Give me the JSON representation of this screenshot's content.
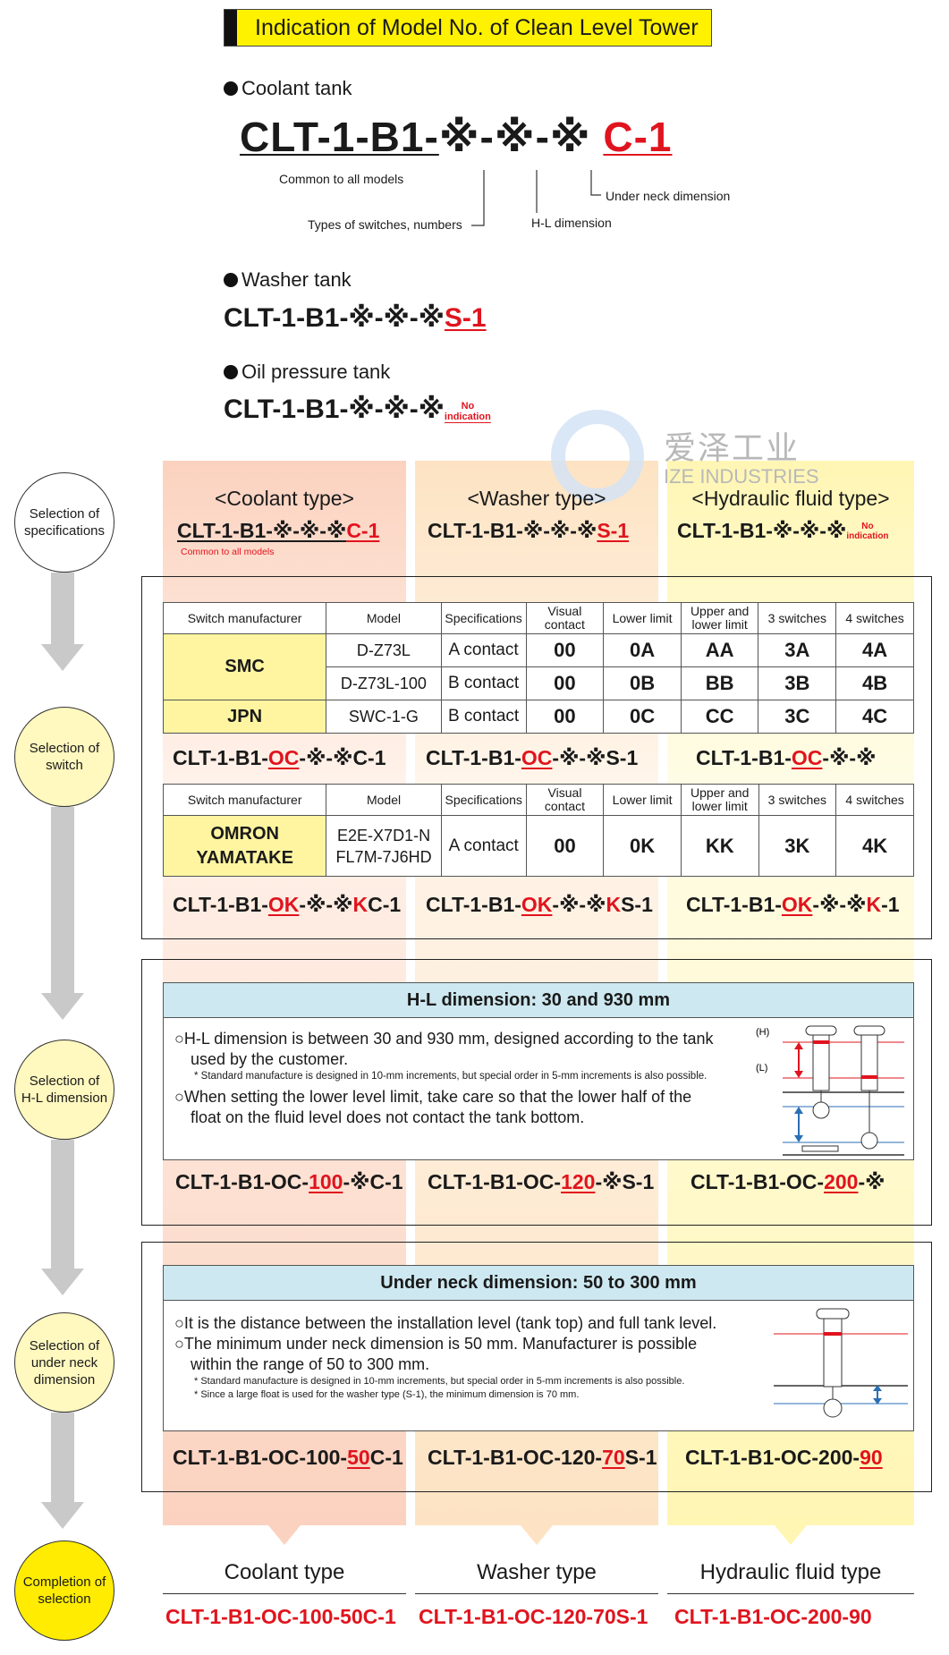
{
  "title": "Indication of Model No. of Clean Level Tower",
  "coolant_tank": {
    "label": "Coolant tank",
    "model_prefix": "CLT-1-B1-",
    "model_mid": "※-※-※",
    "model_suffix": "C-1",
    "notes": {
      "common": "Common to all models",
      "switches": "Types of switches, numbers",
      "hl": "H-L dimension",
      "under_neck": "Under neck dimension"
    }
  },
  "washer_tank": {
    "label": "Washer tank",
    "model_prefix": "CLT-1-B1-※-※-※",
    "model_suffix": "S-1"
  },
  "oil_tank": {
    "label": "Oil pressure tank",
    "model_prefix": "CLT-1-B1-※-※-※",
    "no_indication": [
      "No",
      "indication"
    ]
  },
  "watermark": {
    "cn": "爱泽工业",
    "en": "IZE INDUSTRIES"
  },
  "steps": [
    [
      "Selection of",
      "specifications"
    ],
    [
      "Selection of",
      "switch"
    ],
    [
      "Selection of",
      "H-L dimension"
    ],
    [
      "Selection of",
      "under neck",
      "dimension"
    ],
    [
      "Completion of",
      "selection"
    ]
  ],
  "types": {
    "coolant": {
      "header": "<Coolant type>",
      "model_a": "CLT-1-B1-※-※-※",
      "model_b": "C-1",
      "note": "Common to all models"
    },
    "washer": {
      "header": "<Washer type>",
      "model_a": "CLT-1-B1-※-※-※",
      "model_b": "S-1"
    },
    "hydraulic": {
      "header": "<Hydraulic fluid type>",
      "model_a": "CLT-1-B1-※-※-※",
      "no_indication": [
        "No",
        "indication"
      ]
    }
  },
  "switch_table_1": {
    "headers": [
      "Switch manufacturer",
      "Model",
      "Specifications",
      "Visual contact",
      "Lower limit",
      "Upper and lower limit",
      "3 switches",
      "4 switches"
    ],
    "rows": [
      {
        "manufacturer": "SMC",
        "model": "D-Z73L",
        "spec": "A contact",
        "codes": [
          "00",
          "0A",
          "AA",
          "3A",
          "4A"
        ]
      },
      {
        "model": "D-Z73L-100",
        "spec": "B contact",
        "codes": [
          "00",
          "0B",
          "BB",
          "3B",
          "4B"
        ]
      },
      {
        "manufacturer": "JPN",
        "model": "SWC-1-G",
        "spec": "B contact",
        "codes": [
          "00",
          "0C",
          "CC",
          "3C",
          "4C"
        ]
      }
    ]
  },
  "switch_models_1": {
    "coolant": [
      "CLT-1-B1-",
      "OC",
      "-※-※C-1"
    ],
    "washer": [
      "CLT-1-B1-",
      "OC",
      "-※-※S-1"
    ],
    "hydraulic": [
      "CLT-1-B1-",
      "OC",
      "-※-※"
    ]
  },
  "switch_table_2": {
    "headers": [
      "Switch manufacturer",
      "Model",
      "Specifications",
      "Visual contact",
      "Lower limit",
      "Upper and lower limit",
      "3 switches",
      "4 switches"
    ],
    "manufacturer": [
      "OMRON",
      "YAMATAKE"
    ],
    "model": [
      "E2E-X7D1-N",
      "FL7M-7J6HD"
    ],
    "spec": "A contact",
    "codes": [
      "00",
      "0K",
      "KK",
      "3K",
      "4K"
    ]
  },
  "switch_models_2": {
    "coolant": [
      "CLT-1-B1-",
      "OK",
      "-※-※",
      "K",
      "C-1"
    ],
    "washer": [
      "CLT-1-B1-",
      "OK",
      "-※-※",
      "K",
      "S-1"
    ],
    "hydraulic": [
      "CLT-1-B1-",
      "OK",
      "-※-※",
      "K",
      "-1"
    ]
  },
  "hl_panel": {
    "title": "H-L dimension: 30 and 930 mm",
    "p1": "○H-L dimension is between 30 and 930 mm, designed according to the tank",
    "p1b": "used by the customer.",
    "note": "* Standard manufacture is designed in 10-mm increments, but special order in 5-mm increments is also possible.",
    "p2": "○When setting the lower level limit, take care so that the lower half of the",
    "p2b": "float on the fluid level does not contact the tank bottom.",
    "label_h": "(H)",
    "label_l": "(L)"
  },
  "hl_models": {
    "coolant": [
      "CLT-1-B1-OC-",
      "100",
      "-※C-1"
    ],
    "washer": [
      "CLT-1-B1-OC-",
      "120",
      "-※S-1"
    ],
    "hydraulic": [
      "CLT-1-B1-OC-",
      "200",
      "-※"
    ]
  },
  "neck_panel": {
    "title": "Under neck dimension: 50 to 300 mm",
    "p1": "○It is the distance between the installation level (tank top) and full tank level.",
    "p2": "○The minimum under neck dimension is 50 mm. Manufacturer is possible",
    "p2b": "within the range of 50 to 300 mm.",
    "note1": "* Standard manufacture is designed in 10-mm increments, but special order in 5-mm increments is also possible.",
    "note2": "* Since a large float is used for the washer type (S-1), the minimum dimension is 70 mm."
  },
  "neck_models": {
    "coolant": [
      "CLT-1-B1-OC-100-",
      "50",
      "C-1"
    ],
    "washer": [
      "CLT-1-B1-OC-120-",
      "70",
      "S-1"
    ],
    "hydraulic": [
      "CLT-1-B1-OC-200-",
      "90",
      ""
    ]
  },
  "final": {
    "coolant": {
      "label": "Coolant type",
      "model": "CLT-1-B1-OC-100-50C-1"
    },
    "washer": {
      "label": "Washer type",
      "model": "CLT-1-B1-OC-120-70S-1"
    },
    "hydraulic": {
      "label": "Hydraulic fluid type",
      "model": "CLT-1-B1-OC-200-90"
    }
  },
  "colors": {
    "coolant": "#fbd2bf",
    "washer": "#fde3c3",
    "hydraulic": "#fff6b4",
    "accent_red": "#e0141e",
    "panel_header": "#cde8f0",
    "title_yellow": "#fff200"
  }
}
